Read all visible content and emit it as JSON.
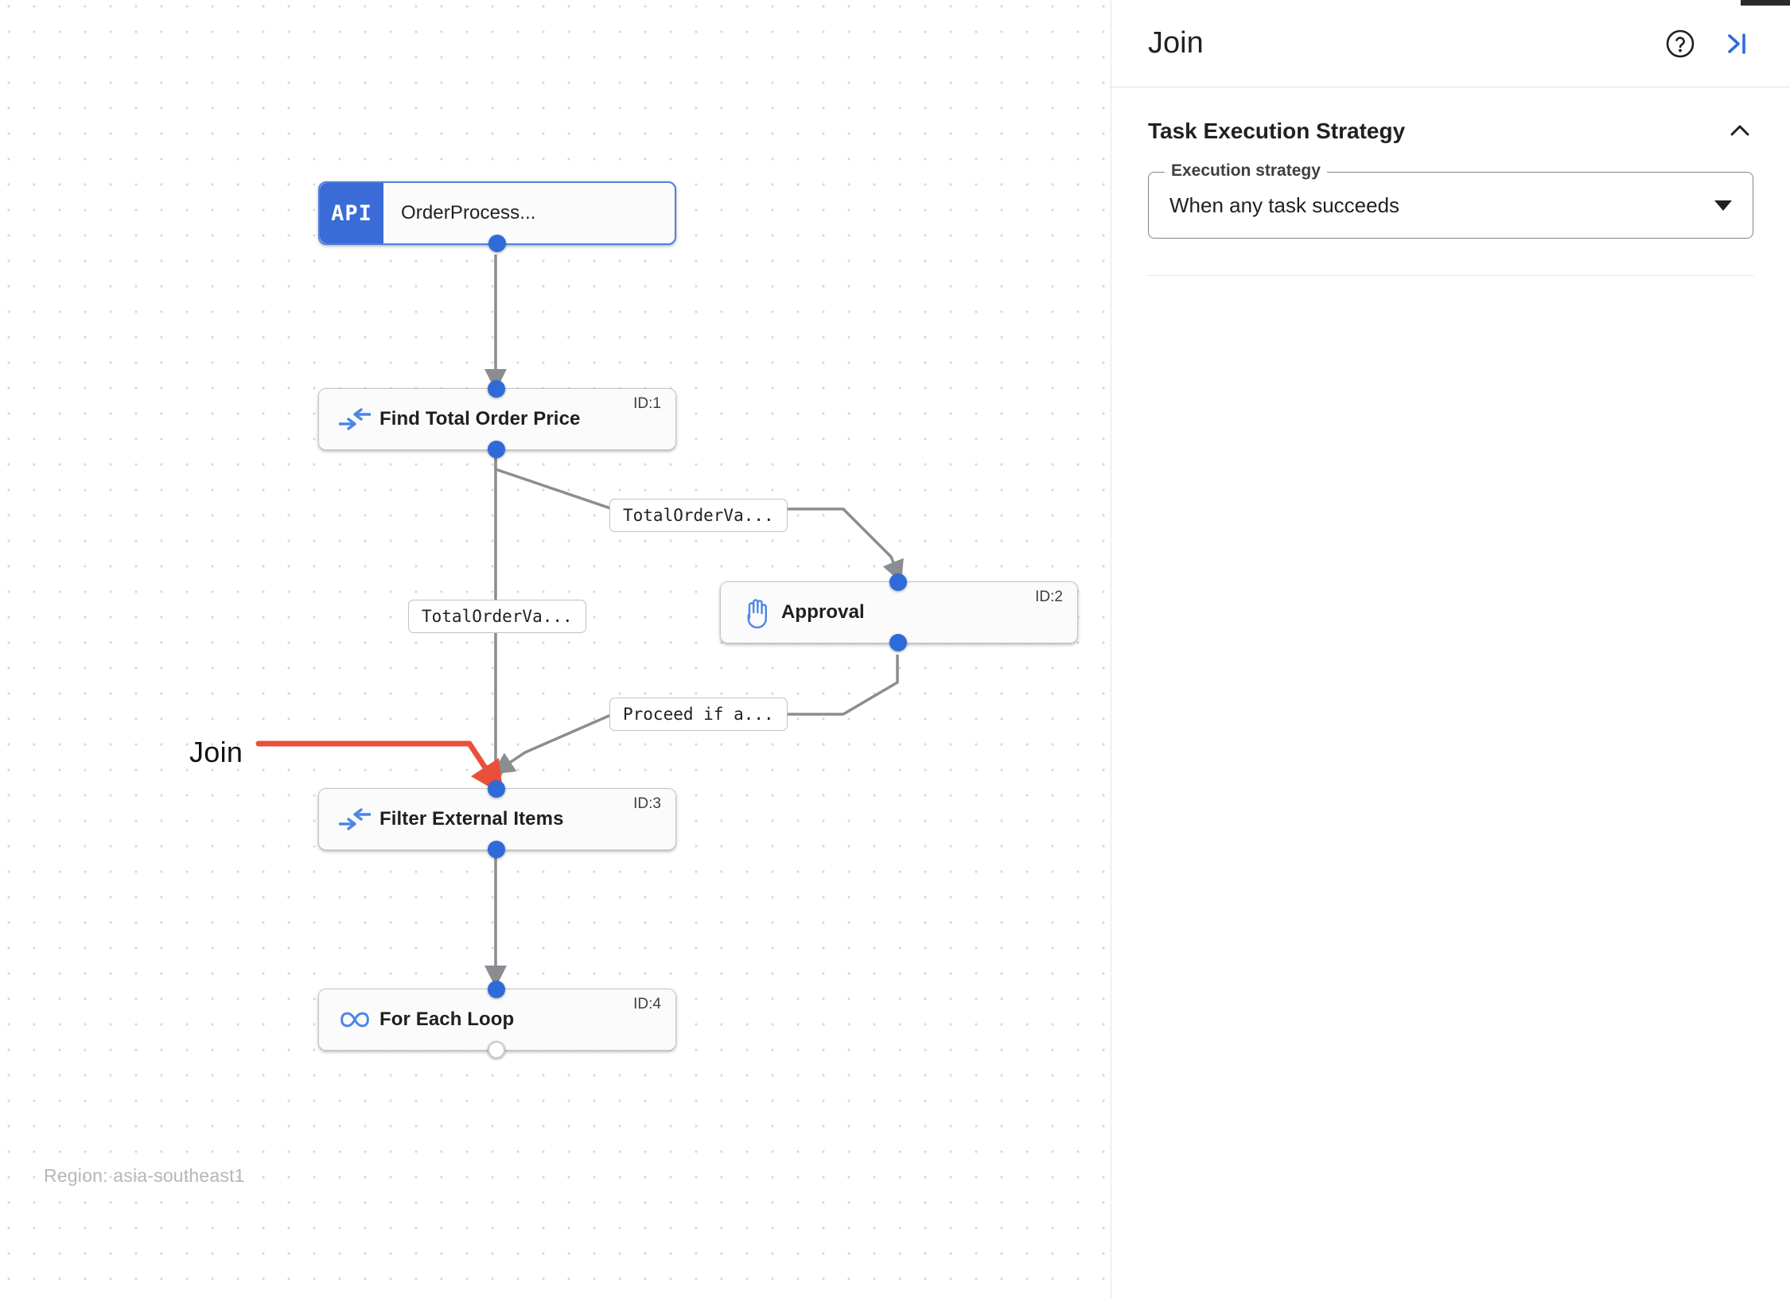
{
  "canvas": {
    "region_label": "Region: asia-southeast1",
    "annotation": {
      "label": "Join",
      "color": "#e8503a"
    },
    "nodes": [
      {
        "id": "trigger",
        "kind": "api-trigger",
        "icon": "api-icon",
        "icon_text": "API",
        "title": "OrderProcess...",
        "id_label": "",
        "selected": true
      },
      {
        "id": "task1",
        "kind": "task",
        "icon": "merge-arrows-icon",
        "title": "Find Total Order Price",
        "id_label": "ID:1",
        "selected": false
      },
      {
        "id": "task2",
        "kind": "task",
        "icon": "raised-hand-icon",
        "title": "Approval",
        "id_label": "ID:2",
        "selected": false
      },
      {
        "id": "task3",
        "kind": "task",
        "icon": "merge-arrows-icon",
        "title": "Filter External Items",
        "id_label": "ID:3",
        "selected": false
      },
      {
        "id": "task4",
        "kind": "task",
        "icon": "infinity-icon",
        "title": "For Each Loop",
        "id_label": "ID:4",
        "selected": false
      }
    ],
    "edge_labels": [
      {
        "id": "edge-label-1",
        "text": "TotalOrderVa..."
      },
      {
        "id": "edge-label-2",
        "text": "TotalOrderVa..."
      },
      {
        "id": "edge-label-3",
        "text": "Proceed if a..."
      }
    ]
  },
  "panel": {
    "title": "Join",
    "help_icon": "help-circle-icon",
    "collapse_icon": "collapse-panel-icon",
    "section": {
      "title": "Task Execution Strategy",
      "chevron": "chevron-up-icon",
      "field": {
        "label": "Execution strategy",
        "value": "When any task succeeds",
        "caret": "chevron-down-icon"
      }
    }
  }
}
